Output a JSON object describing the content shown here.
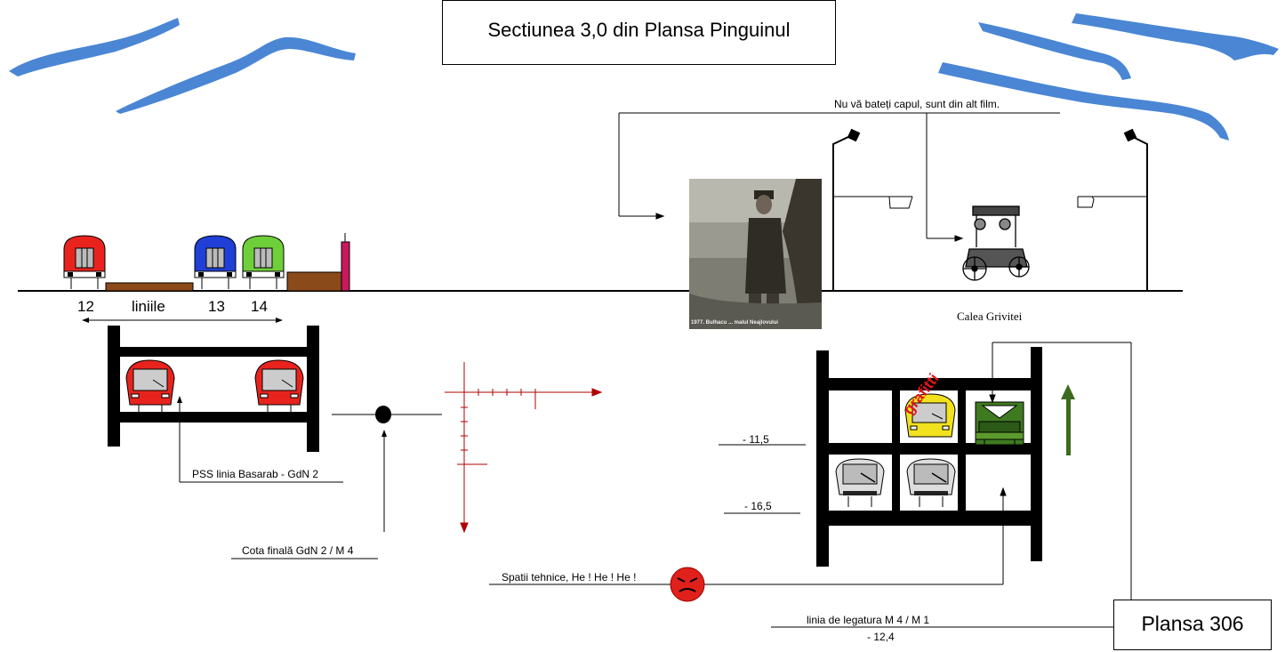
{
  "title": "Sectiunea 3,0 din Plansa Pinguinul",
  "plansa": "Plansa  306",
  "note_top": "Nu  vă  bateți  capul, sunt din alt film.",
  "track_numbers": {
    "n12": "12",
    "liniile": "liniile",
    "n13": "13",
    "n14": "14"
  },
  "street": "Calea   Grivitei",
  "labels": {
    "pss": "PSS  linia Basarab - GdN 2",
    "cota": "Cota finală GdN 2 / M 4",
    "spatii": "Spatii   tehnice,  He ! He ! He !",
    "legatura": "linia  de  legatura  M 4 / M 1",
    "d115": "- 11,5",
    "d165": "- 16,5",
    "d124": "- 12,4"
  },
  "graffiti": "grafitti",
  "photo_caption": "1977. Bulhacu ... malul Neajlovului",
  "colors": {
    "water": "#4a86d4",
    "loco_red": "#e8231e",
    "loco_blue": "#1f3fd6",
    "loco_green": "#6fcf3a",
    "platform": "#8a4a1a",
    "signal": "#c8185e",
    "axis": "#b00000",
    "arrow_green": "#3d6b1e",
    "loco_olive": "#3f7a20",
    "loco_yellow": "#f2e21e"
  }
}
